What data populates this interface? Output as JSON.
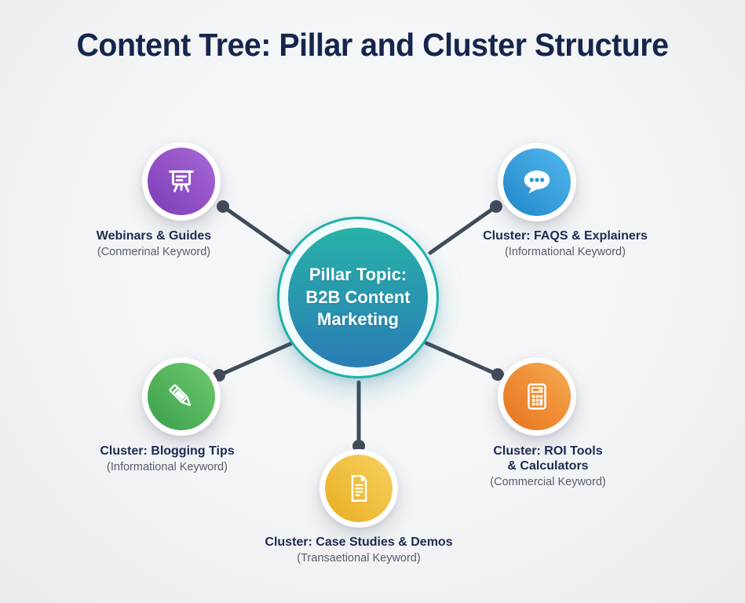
{
  "title": "Content Tree: Pillar and Cluster Structure",
  "pillar": {
    "label": "Pillar Topic:\nB2B Content\nMarketing"
  },
  "nodes": [
    {
      "id": "webinars",
      "title": "Webinars & Guides",
      "keyword": "(Conmerinal Keyword)",
      "icon": "presentation-icon",
      "color_light": "#a968d6",
      "color_dark": "#7c3db6"
    },
    {
      "id": "faqs",
      "title": "Cluster: FAQS & Explainers",
      "keyword": "(Informational Keyword)",
      "icon": "chat-icon",
      "color_light": "#55b9ee",
      "color_dark": "#1f85c8"
    },
    {
      "id": "blogging",
      "title": "Cluster: Blogging Tips",
      "keyword": "(Informational Keyword)",
      "icon": "pencil-icon",
      "color_light": "#6fca6c",
      "color_dark": "#3b9f4e"
    },
    {
      "id": "roi",
      "title": "Cluster: ROI Tools\n& Calculators",
      "keyword": "(Commercial Keyword)",
      "icon": "calculator-icon",
      "color_light": "#f6ab50",
      "color_dark": "#e7721d"
    },
    {
      "id": "case_studies",
      "title": "Cluster: Case Studies & Demos",
      "keyword": "(Transaetional Keyword)",
      "icon": "document-icon",
      "color_light": "#f6d160",
      "color_dark": "#e9ae22"
    }
  ],
  "colors": {
    "background": "#f3f4f6",
    "title_text": "#16254c",
    "label_text": "#1d2b50",
    "keyword_text": "#565d6b",
    "connector": "#414b5a",
    "pillar_ring": "#1fb1ac",
    "pillar_gradient_top": "#27b2a8",
    "pillar_gradient_bottom": "#2a7cb4"
  }
}
